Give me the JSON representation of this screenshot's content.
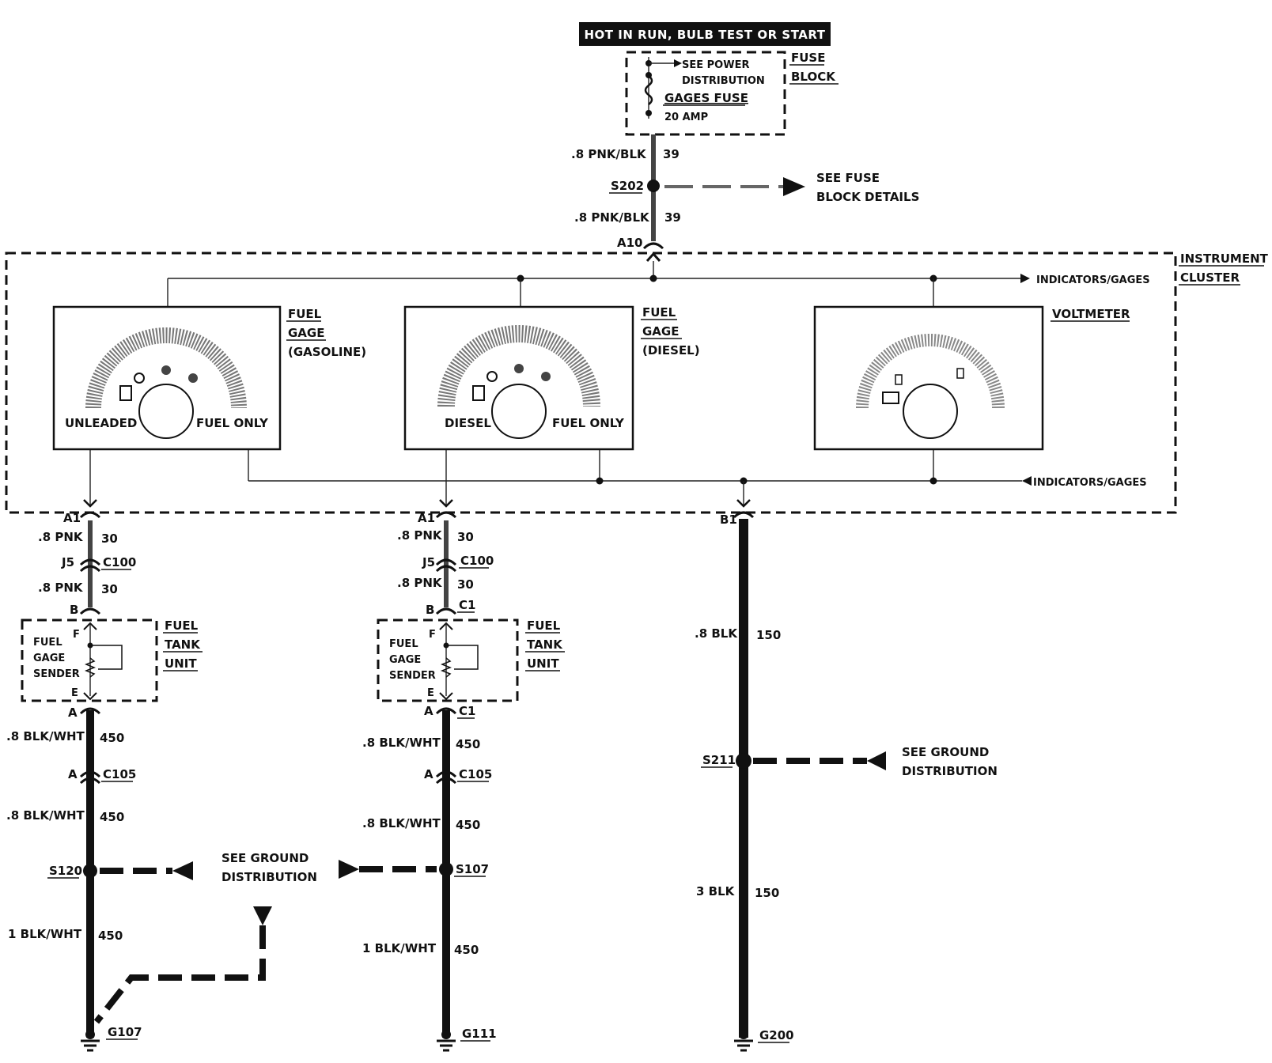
{
  "header": {
    "title": "HOT IN RUN, BULB TEST OR START"
  },
  "fuse_block": {
    "label_line1": "FUSE",
    "label_line2": "BLOCK",
    "see_power_line1": "SEE POWER",
    "see_power_line2": "DISTRIBUTION",
    "fuse_name": "GAGES FUSE",
    "fuse_rating": "20 AMP"
  },
  "feed": {
    "wire_top": ".8 PNK/BLK",
    "circuit_top": "39",
    "splice": "S202",
    "see_fuse_line1": "SEE FUSE",
    "see_fuse_line2": "BLOCK DETAILS",
    "wire_bottom": ".8 PNK/BLK",
    "circuit_bottom": "39",
    "connector": "A10"
  },
  "cluster": {
    "label_line1": "INSTRUMENT",
    "label_line2": "CLUSTER",
    "indicators_top": "INDICATORS/GAGES",
    "indicators_bottom": "INDICATORS/GAGES"
  },
  "gages": {
    "gasoline": {
      "line1": "FUEL",
      "line2": "GAGE",
      "line3": "(GASOLINE)",
      "left": "UNLEADED",
      "right": "FUEL ONLY"
    },
    "diesel": {
      "line1": "FUEL",
      "line2": "GAGE",
      "line3": "(DIESEL)",
      "left": "DIESEL",
      "right": "FUEL ONLY"
    },
    "voltmeter": {
      "label": "VOLTMETER"
    }
  },
  "circuit_left": {
    "pin_top": "A1",
    "wire1": ".8 PNK",
    "circ1": "30",
    "conn_pin": "J5",
    "conn": "C100",
    "wire2": ".8 PNK",
    "circ2": "30",
    "pin_b": "B",
    "tank_line1": "FUEL",
    "tank_line2": "TANK",
    "tank_line3": "UNIT",
    "sender_line1": "FUEL",
    "sender_line2": "GAGE",
    "sender_line3": "SENDER",
    "pin_f": "F",
    "pin_e": "E",
    "pin_a": "A",
    "wire3": ".8 BLK/WHT",
    "circ3": "450",
    "c105_pin": "A",
    "c105": "C105",
    "wire4": ".8 BLK/WHT",
    "circ4": "450",
    "splice": "S120",
    "see_ground_line1": "SEE GROUND",
    "see_ground_line2": "DISTRIBUTION",
    "wire5": "1 BLK/WHT",
    "circ5": "450",
    "ground": "G107"
  },
  "circuit_mid": {
    "pin_top": "A1",
    "wire1": ".8 PNK",
    "circ1": "30",
    "conn_pin": "J5",
    "conn": "C100",
    "wire2": ".8 PNK",
    "circ2": "30",
    "pin_b": "B",
    "conn_b": "C1",
    "tank_line1": "FUEL",
    "tank_line2": "TANK",
    "tank_line3": "UNIT",
    "sender_line1": "FUEL",
    "sender_line2": "GAGE",
    "sender_line3": "SENDER",
    "pin_f": "F",
    "pin_e": "E",
    "pin_a": "A",
    "conn_a": "C1",
    "wire3": ".8 BLK/WHT",
    "circ3": "450",
    "c105_pin": "A",
    "c105": "C105",
    "wire4": ".8 BLK/WHT",
    "circ4": "450",
    "splice": "S107",
    "wire5": "1 BLK/WHT",
    "circ5": "450",
    "ground": "G111"
  },
  "circuit_right": {
    "pin_top": "B1",
    "wire1": ".8 BLK",
    "circ1": "150",
    "splice": "S211",
    "see_ground_line1": "SEE GROUND",
    "see_ground_line2": "DISTRIBUTION",
    "wire2": "3 BLK",
    "circ2": "150",
    "ground": "G200"
  }
}
